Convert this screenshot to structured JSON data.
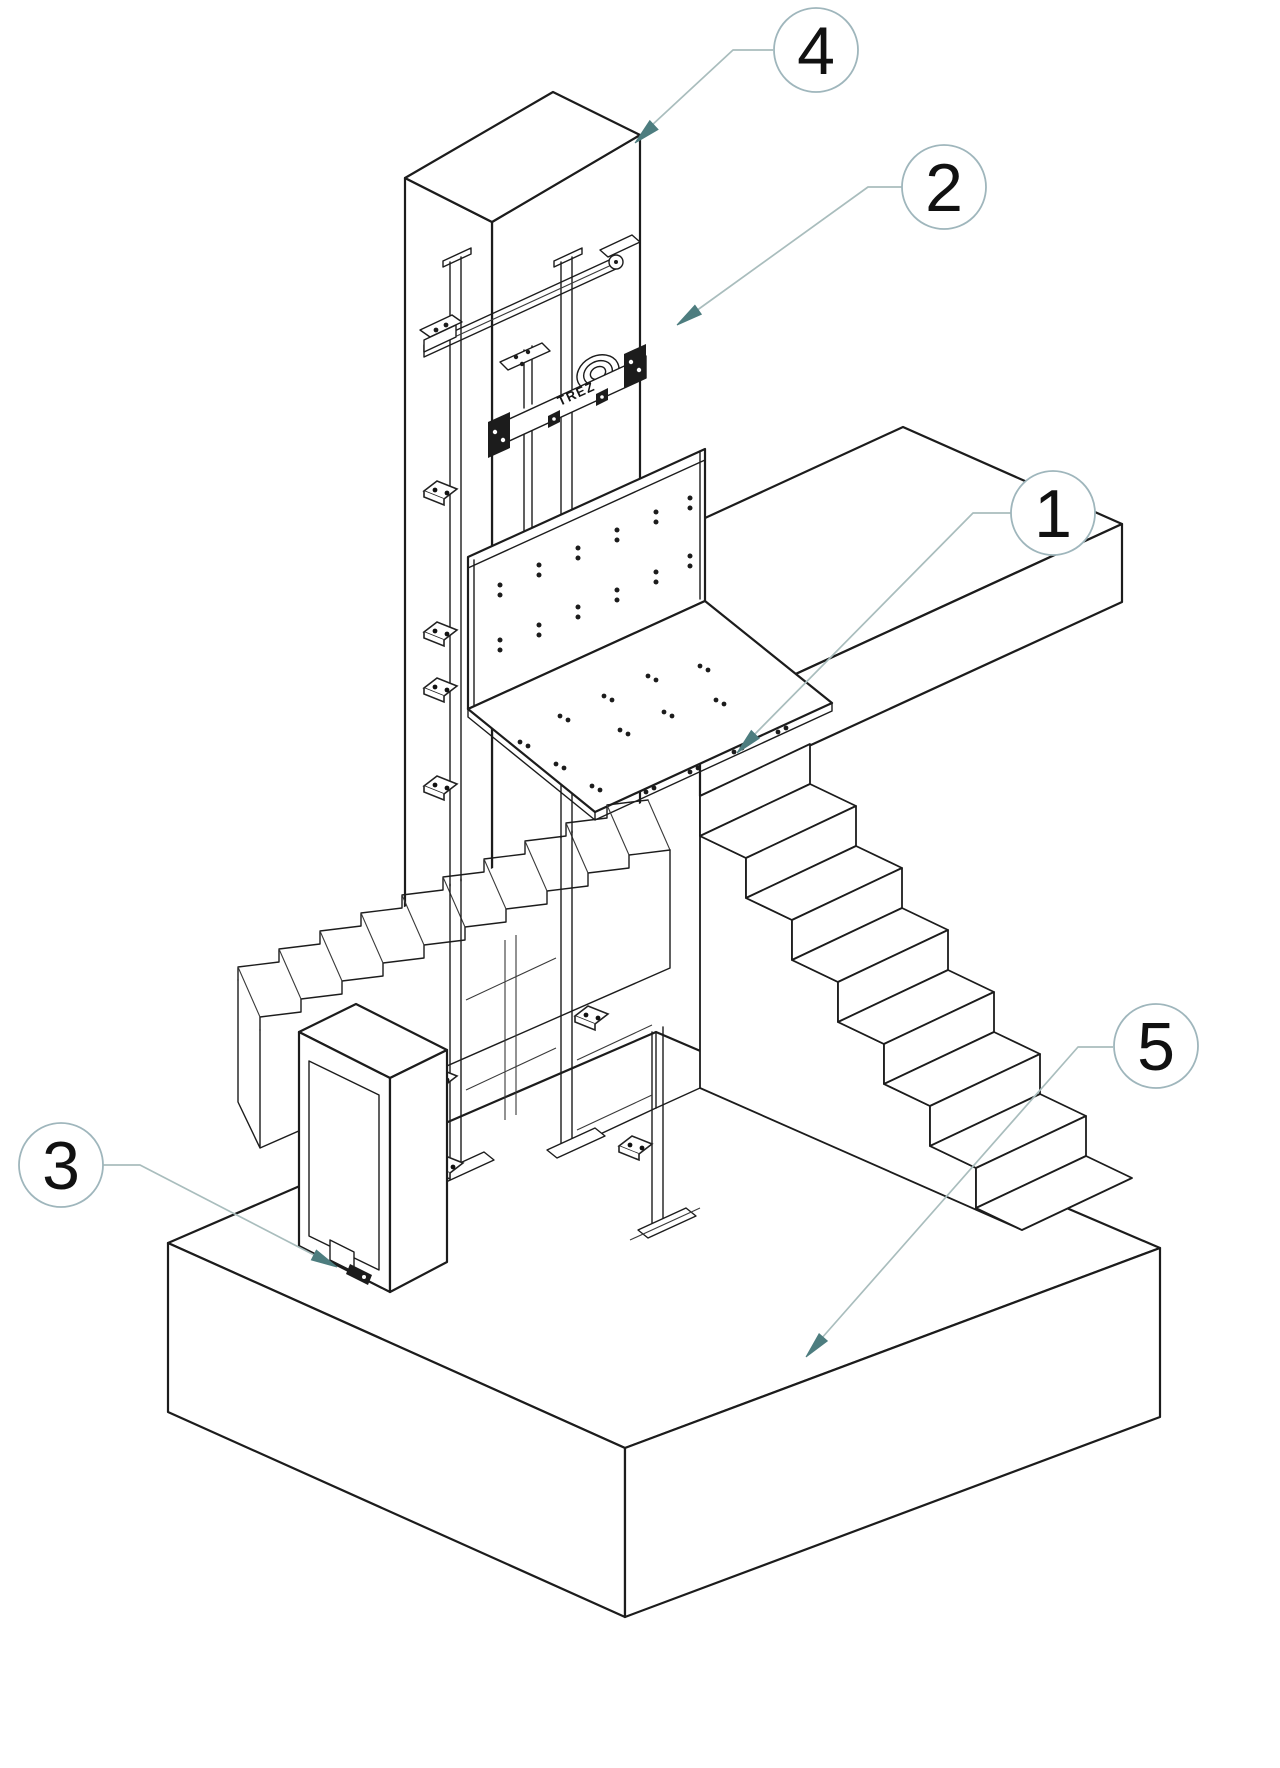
{
  "page": {
    "background": "#ffffff"
  },
  "drawing": {
    "brand_label": "TREZ",
    "line_color": "#1c1c1c",
    "leader_line_color": "#a9bdbd",
    "arrowhead_color": "#4d7d7f",
    "callout_circle_color": "#9fb6bc",
    "callout_text_color": "#111111"
  },
  "callouts": [
    {
      "label": "1",
      "points_to": "platform-deck"
    },
    {
      "label": "2",
      "points_to": "mast-drive-unit"
    },
    {
      "label": "3",
      "points_to": "control-cabinet-lock"
    },
    {
      "label": "4",
      "points_to": "support-wall-column"
    },
    {
      "label": "5",
      "points_to": "lower-floor-landing"
    }
  ]
}
